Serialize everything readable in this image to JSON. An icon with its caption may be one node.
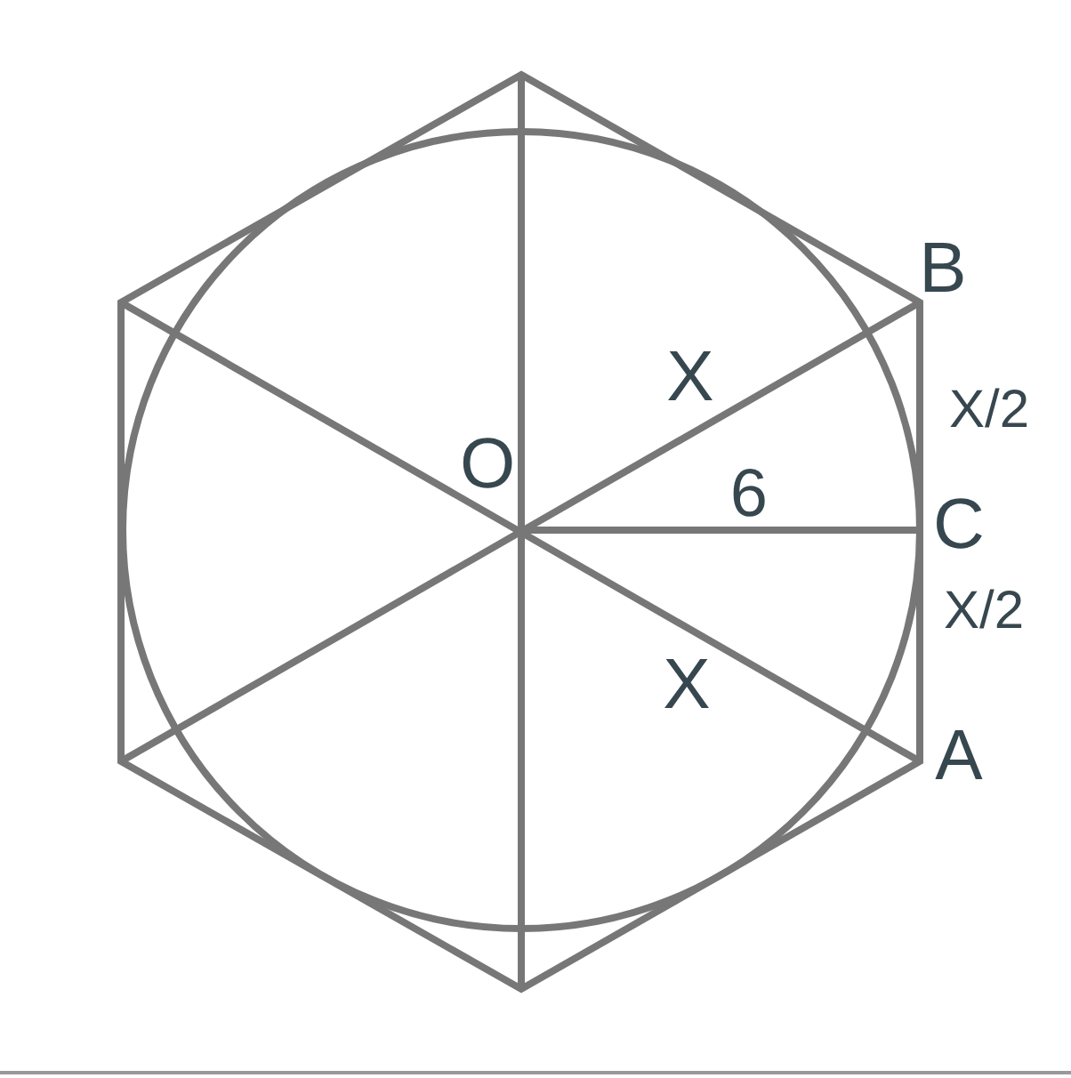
{
  "diagram": {
    "labels": [
      "B",
      "X",
      "X/2",
      "O",
      "6",
      "C",
      "X/2",
      "X",
      "A"
    ]
  }
}
